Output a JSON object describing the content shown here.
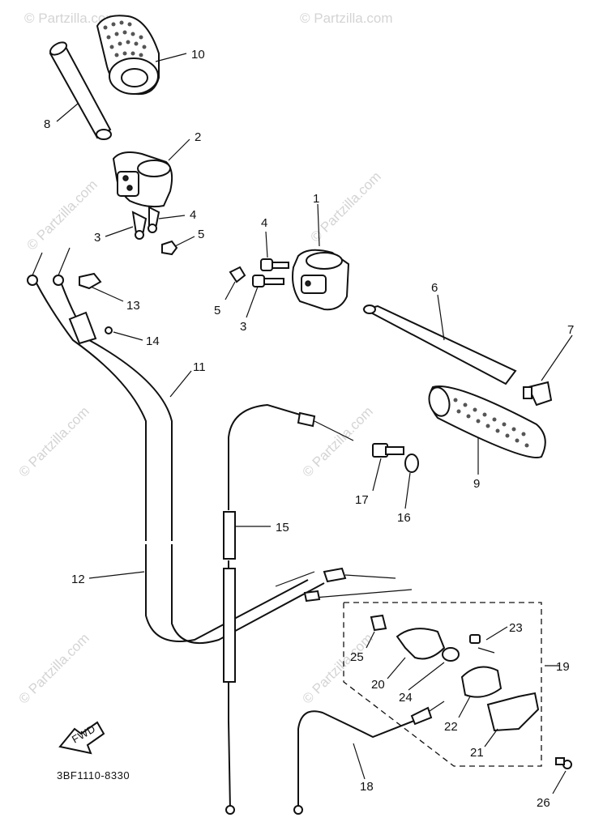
{
  "diagram": {
    "code": "3BF1110-8330",
    "fwd_label": "FWD",
    "watermark": "© Partzilla.com",
    "callouts": [
      {
        "id": "c10",
        "text": "10"
      },
      {
        "id": "c8",
        "text": "8"
      },
      {
        "id": "c2",
        "text": "2"
      },
      {
        "id": "c3a",
        "text": "3"
      },
      {
        "id": "c4a",
        "text": "4"
      },
      {
        "id": "c5a",
        "text": "5"
      },
      {
        "id": "c4b",
        "text": "4"
      },
      {
        "id": "c1",
        "text": "1"
      },
      {
        "id": "c5b",
        "text": "5"
      },
      {
        "id": "c3b",
        "text": "3"
      },
      {
        "id": "c6",
        "text": "6"
      },
      {
        "id": "c7",
        "text": "7"
      },
      {
        "id": "c13",
        "text": "13"
      },
      {
        "id": "c14",
        "text": "14"
      },
      {
        "id": "c11",
        "text": "11"
      },
      {
        "id": "c9",
        "text": "9"
      },
      {
        "id": "c17",
        "text": "17"
      },
      {
        "id": "c16",
        "text": "16"
      },
      {
        "id": "c15",
        "text": "15"
      },
      {
        "id": "c12",
        "text": "12"
      },
      {
        "id": "c23",
        "text": "23"
      },
      {
        "id": "c25",
        "text": "25"
      },
      {
        "id": "c19",
        "text": "19"
      },
      {
        "id": "c20",
        "text": "20"
      },
      {
        "id": "c24",
        "text": "24"
      },
      {
        "id": "c22",
        "text": "22"
      },
      {
        "id": "c21",
        "text": "21"
      },
      {
        "id": "c18",
        "text": "18"
      },
      {
        "id": "c26",
        "text": "26"
      }
    ]
  }
}
